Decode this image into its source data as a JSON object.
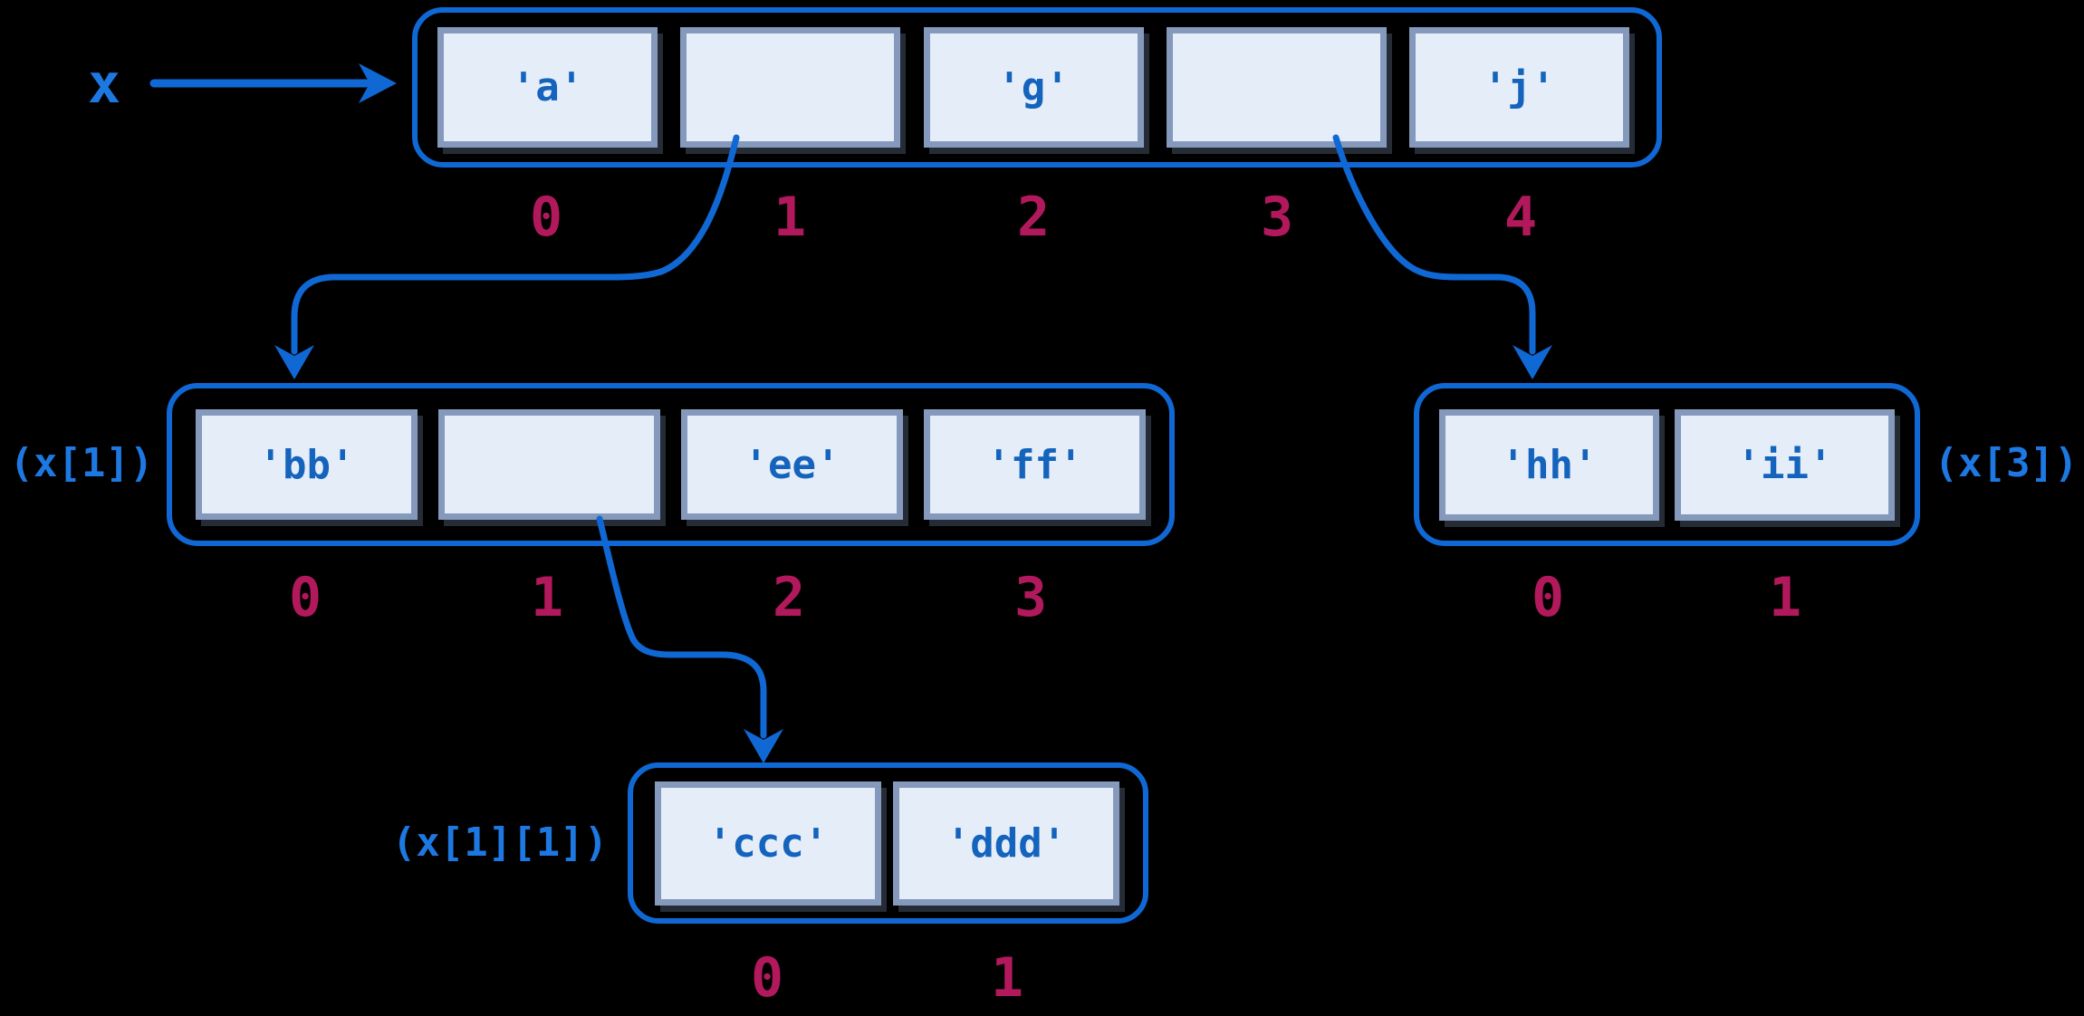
{
  "variable": {
    "name": "x"
  },
  "colors": {
    "background": "#000000",
    "accent_blue": "#1068d4",
    "label_blue": "#1d78e2",
    "cell_text_blue": "#1463bc",
    "cell_fill": "#e5edf9",
    "cell_border": "#8599bd",
    "index_pink": "#b2195c"
  },
  "lists": [
    {
      "name": "x",
      "label": "",
      "cells": [
        "'a'",
        "",
        "'g'",
        "",
        "'j'"
      ],
      "indices": [
        "0",
        "1",
        "2",
        "3",
        "4"
      ]
    },
    {
      "name": "x[1]",
      "label": "(x[1])",
      "cells": [
        "'bb'",
        "",
        "'ee'",
        "'ff'"
      ],
      "indices": [
        "0",
        "1",
        "2",
        "3"
      ]
    },
    {
      "name": "x[3]",
      "label": "(x[3])",
      "cells": [
        "'hh'",
        "'ii'"
      ],
      "indices": [
        "0",
        "1"
      ]
    },
    {
      "name": "x[1][1]",
      "label": "(x[1][1])",
      "cells": [
        "'ccc'",
        "'ddd'"
      ],
      "indices": [
        "0",
        "1"
      ]
    }
  ],
  "arrows": [
    {
      "name": "x-to-list",
      "from": "x",
      "to": "top list"
    },
    {
      "name": "x1-pointer",
      "from": "x index 1",
      "to": "(x[1])"
    },
    {
      "name": "x3-pointer",
      "from": "x index 3",
      "to": "(x[3])"
    },
    {
      "name": "x11-pointer",
      "from": "x[1] index 1",
      "to": "(x[1][1])"
    }
  ]
}
